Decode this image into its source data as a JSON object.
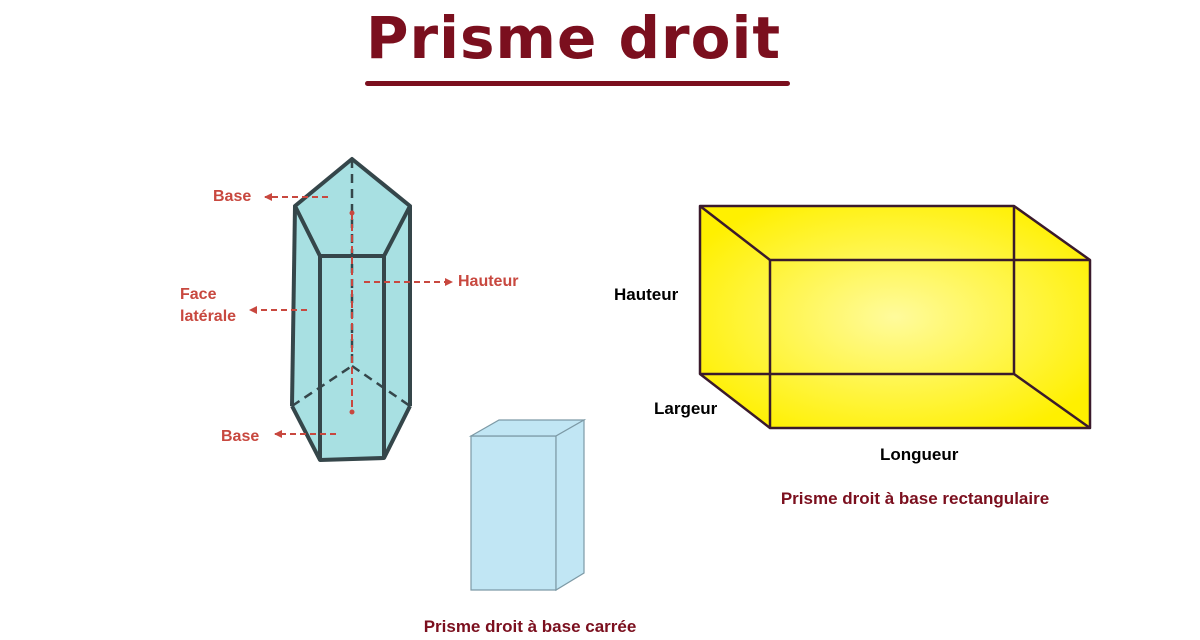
{
  "colors": {
    "title": "#7b0f1e",
    "caption": "#7b0f1e",
    "annotation": "#c8483f",
    "outline": "#35464a",
    "pentagon_fill": "#a8e0e2",
    "square_fill": "#c1e6f4",
    "square_stroke": "#7d9aa6",
    "box_fill": "#fff000",
    "box_highlight": "#fffb9c",
    "box_edge": "#3a1a2c",
    "label": "#000000"
  },
  "title": "Prisme droit",
  "pentagonal_prism": {
    "labels": {
      "base_top": "Base",
      "face_line1": "Face",
      "face_line2": "latérale",
      "hauteur": "Hauteur",
      "base_bottom": "Base"
    }
  },
  "square_prism": {
    "caption": "Prisme droit à base carrée"
  },
  "rectangular_prism": {
    "labels": {
      "hauteur": "Hauteur",
      "largeur": "Largeur",
      "longueur": "Longueur"
    },
    "caption": "Prisme droit à base rectangulaire"
  }
}
